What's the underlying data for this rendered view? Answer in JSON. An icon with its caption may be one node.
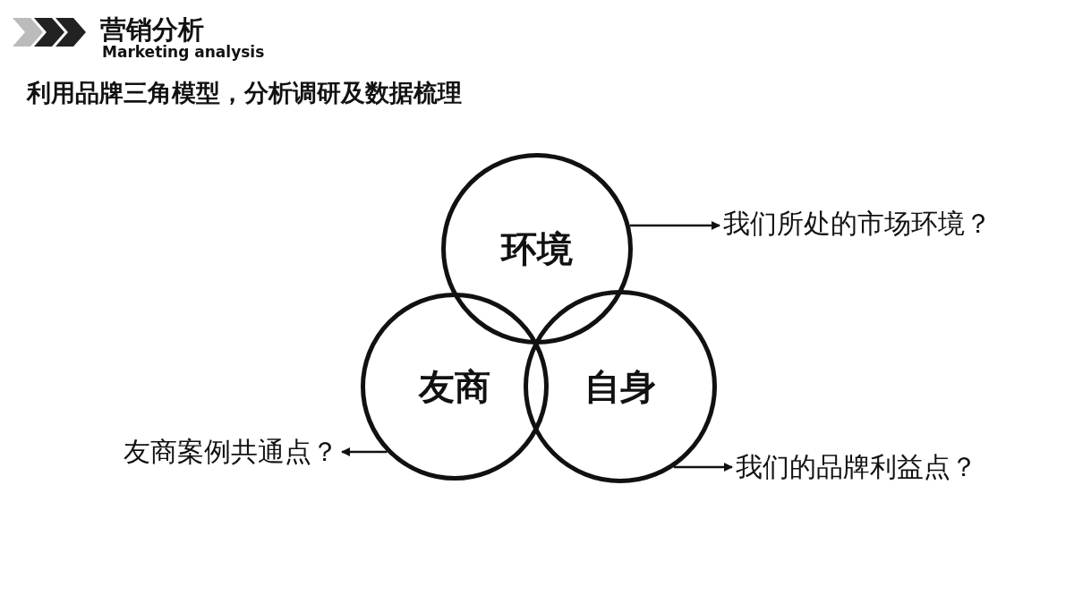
{
  "diagram": {
    "title": "营销分析",
    "nodes": [
      {
        "text": [
          "环境"
        ]
      },
      {
        "text": [
          "友商"
        ]
      },
      {
        "text": [
          "自身"
        ]
      },
      {
        "text": [
          "我们所处的市场环境？"
        ]
      },
      {
        "text": [
          "友商案例共通点？"
        ]
      },
      {
        "text": [
          "我们的品牌利益点？"
        ]
      }
    ],
    "edges": [
      {
        "from": 0,
        "to": 3,
        "arrow": "to"
      },
      {
        "from": 1,
        "to": 4,
        "arrow": "to"
      },
      {
        "from": 2,
        "to": 5,
        "arrow": "to"
      }
    ],
    "labels": [
      "Marketing analysis",
      "利用品牌三角模型，分析调研及数据梳理"
    ]
  }
}
